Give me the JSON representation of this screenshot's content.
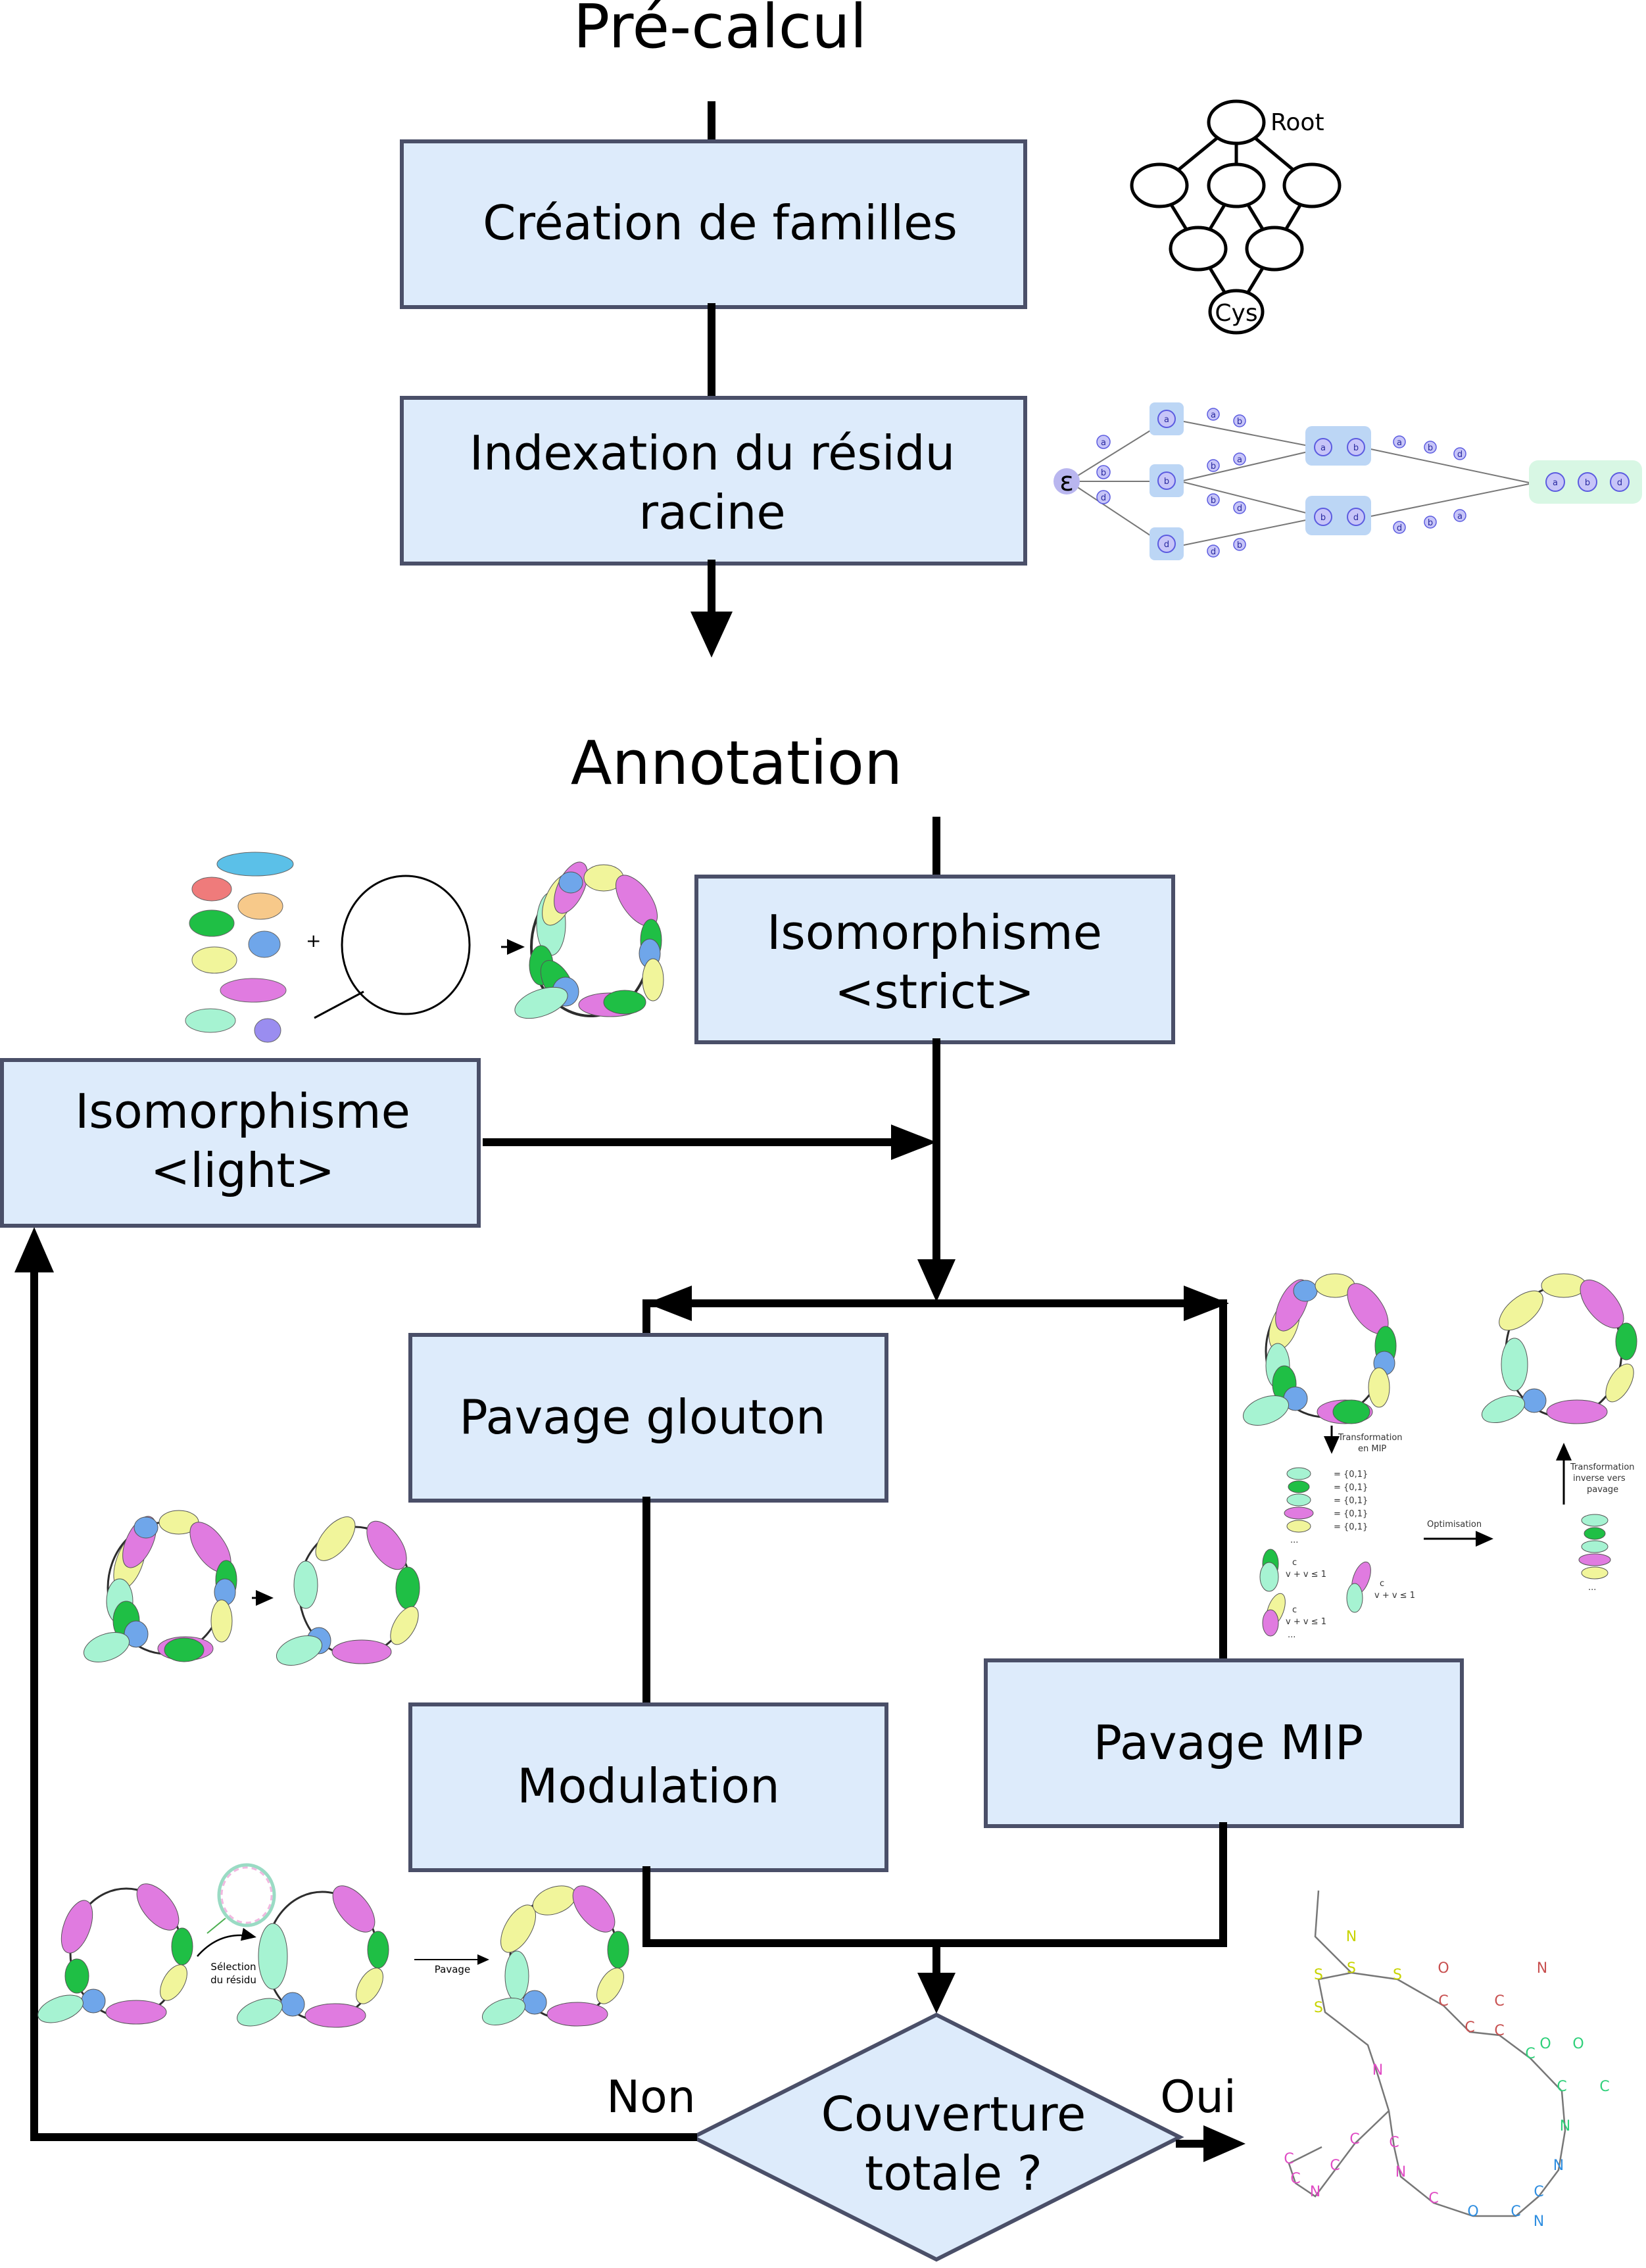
{
  "titles": {
    "precalc": "Pré-calcul",
    "annotation": "Annotation"
  },
  "boxes": {
    "families": "Création de familles",
    "index_line1": "Indexation du résidu",
    "index_line2": "racine",
    "strict_line1": "Isomorphisme",
    "strict_line2": "<strict>",
    "light_line1": "Isomorphisme",
    "light_line2": "<light>",
    "greedy": "Pavage glouton",
    "modulation": "Modulation",
    "mip": "Pavage MIP",
    "decision_line1": "Couverture",
    "decision_line2": "totale ?"
  },
  "edges": {
    "no": "Non",
    "yes": "Oui"
  },
  "hierarchy_graph": {
    "root": "Root",
    "leaf": "Cys"
  },
  "index_tree": {
    "root": "ε",
    "letters": [
      "a",
      "b",
      "d"
    ]
  },
  "illustrations": {
    "plus": "+",
    "residue_selection_1": "Sélection",
    "residue_selection_2": "du résidu",
    "tiling": "Pavage",
    "mip_transform_1": "Transformation",
    "mip_transform_2": "en MIP",
    "optimisation": "Optimisation",
    "inverse_1": "Transformation",
    "inverse_2": "inverse vers",
    "inverse_3": "pavage",
    "var_domain": "= {0,1}",
    "constraint_label": "c",
    "constraint_expr": "v + v ≤ 1",
    "ellipsis": "..."
  },
  "molecule_atoms": [
    "N",
    "S",
    "S",
    "S",
    "S",
    "N",
    "C",
    "O",
    "C",
    "N",
    "C",
    "C",
    "O",
    "C",
    "N",
    "C",
    "C",
    "O",
    "N",
    "C",
    "N",
    "C",
    "O",
    "C",
    "N",
    "C",
    "C",
    "N",
    "C",
    "C",
    "C"
  ],
  "colors": {
    "box_fill": "#ddebfb",
    "box_stroke": "#4a4f68",
    "flow": "#000000",
    "cyan": "#5bc0e8",
    "red": "#ef7b7b",
    "green": "#1fbf45",
    "orange": "#f7c98a",
    "blue": "#6fa6ea",
    "yellow": "#f1f59b",
    "magenta": "#e07be0",
    "mint": "#a6f3d2",
    "purple": "#9a8df0"
  }
}
